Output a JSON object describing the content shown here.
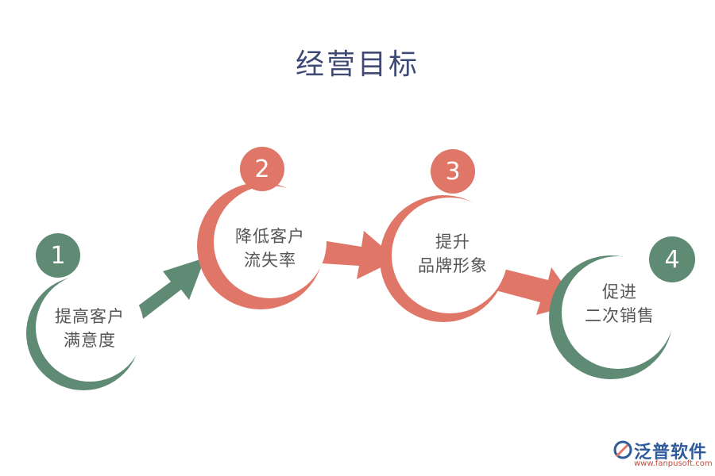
{
  "title": "经营目标",
  "steps": [
    {
      "number": "1",
      "line1": "提高客户",
      "line2": "满意度"
    },
    {
      "number": "2",
      "line1": "降低客户",
      "line2": "流失率"
    },
    {
      "number": "3",
      "line1": "提升",
      "line2": "品牌形象"
    },
    {
      "number": "4",
      "line1": "促进",
      "line2": "二次销售"
    }
  ],
  "logo": {
    "name": "泛普软件",
    "url": "www.fanpusoft.com"
  },
  "colors": {
    "green": "#5f8a74",
    "coral": "#e07667",
    "title": "#3e4a75",
    "text": "#555555"
  }
}
